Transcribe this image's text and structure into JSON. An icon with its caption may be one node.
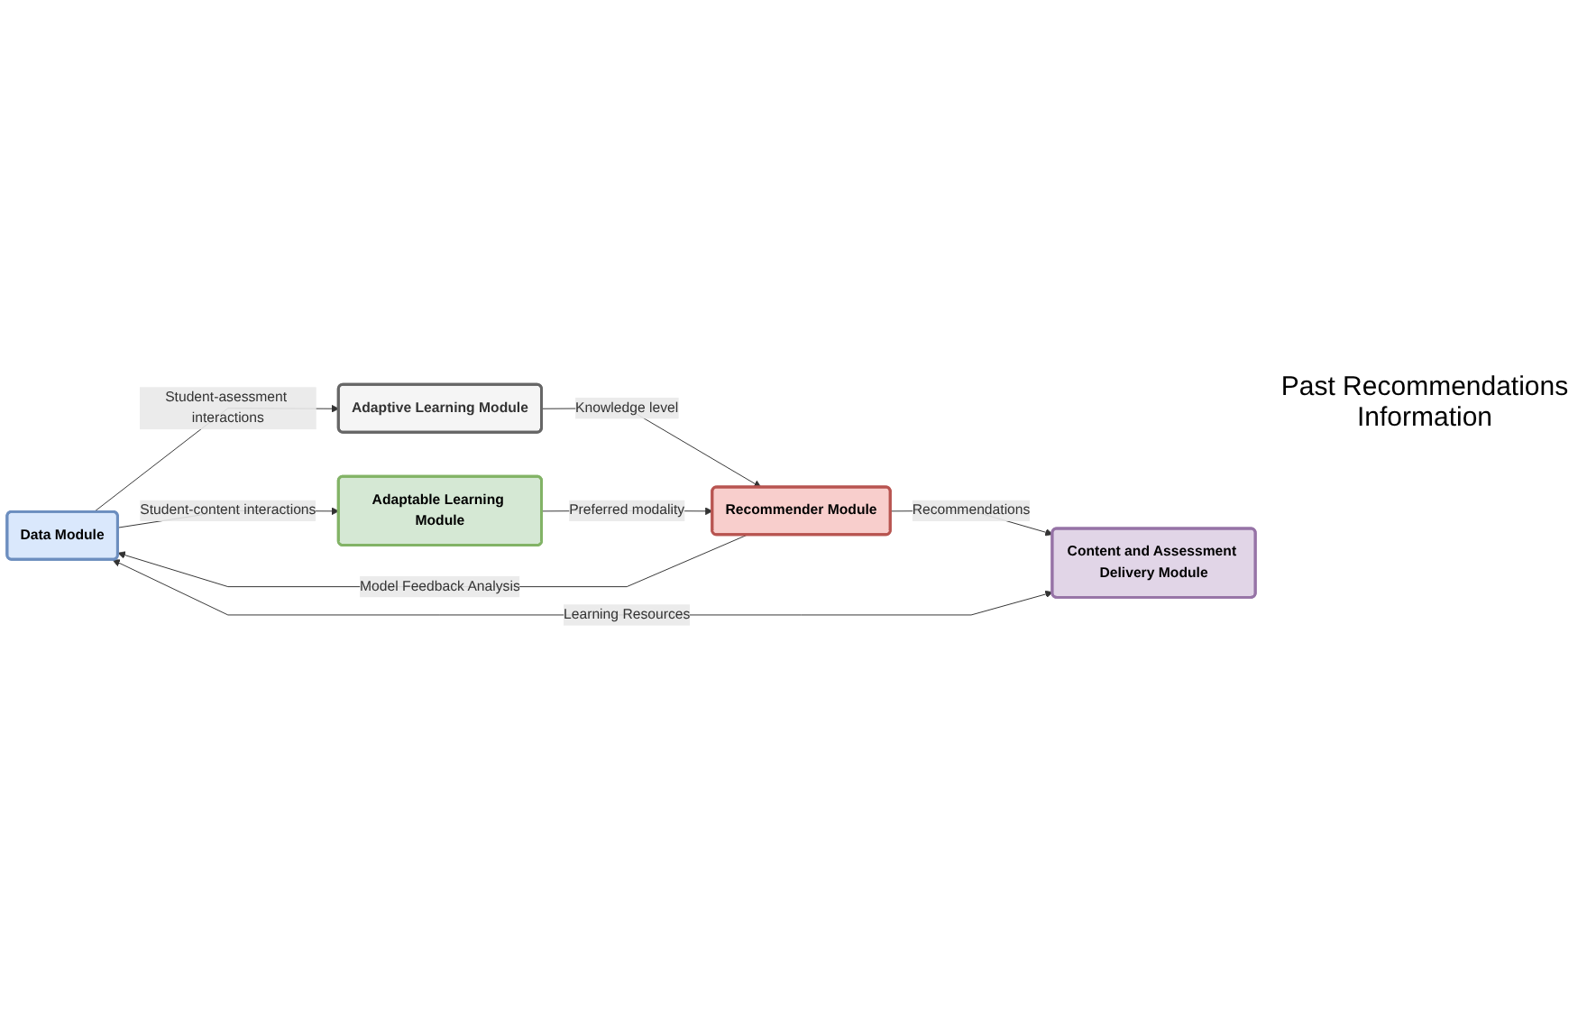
{
  "diagram": {
    "nodes": [
      {
        "text": [
          "Data Module"
        ]
      },
      {
        "text": [
          "Adaptive Learning Module"
        ]
      },
      {
        "text": [
          "Adaptable Learning Module"
        ]
      },
      {
        "text": [
          "Recommender Module"
        ]
      },
      {
        "text": [
          "Content and Assessment Delivery Module"
        ]
      }
    ],
    "edges": [
      {
        "from": 0,
        "to": 1,
        "label": "Student-asessment interactions",
        "arrow": "to"
      },
      {
        "from": 0,
        "to": 2,
        "label": "Student-content interactions",
        "arrow": "to"
      },
      {
        "from": 1,
        "to": 3,
        "label": "Knowledge level",
        "arrow": "to"
      },
      {
        "from": 2,
        "to": 3,
        "label": "Preferred modality",
        "arrow": "to"
      },
      {
        "from": 3,
        "to": 0,
        "label": "Model Feedback Analysis",
        "arrow": "to"
      },
      {
        "from": 3,
        "to": 4,
        "label": "Recommendations",
        "arrow": "to"
      },
      {
        "from": 0,
        "to": 4,
        "label": "Learning Resources",
        "arrow": "both"
      }
    ],
    "labels": [
      "Past Recommendations Information"
    ]
  }
}
